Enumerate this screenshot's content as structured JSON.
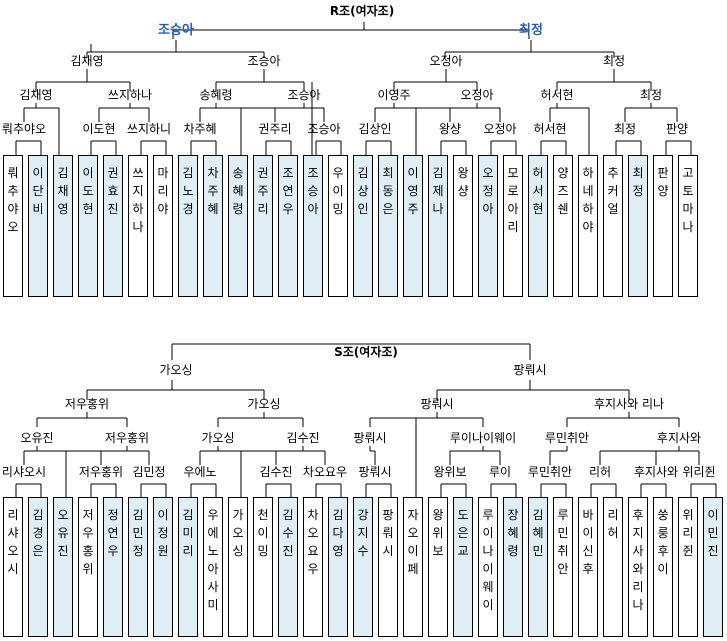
{
  "brackets": [
    {
      "title": "R조(여자조)",
      "final_left": "조승아",
      "final_right": "최정",
      "semi": [
        "김채영",
        "조승아",
        "오정아",
        "최정"
      ],
      "quarter": [
        "김채영",
        "쓰지하나",
        "송혜령",
        "조승아",
        "이영주",
        "오정아",
        "허서현",
        "최정"
      ],
      "r16": [
        "뤄추야오",
        "이도현",
        "쓰지하니",
        "차주혜",
        "권주리",
        "조승아",
        "김상인",
        "왕샹",
        "오정아",
        "허서현",
        "최정",
        "판양"
      ],
      "players": [
        {
          "name": "뤄추야오",
          "hl": false
        },
        {
          "name": "이단비",
          "hl": true
        },
        {
          "name": "김채영",
          "hl": true
        },
        {
          "name": "이도현",
          "hl": true
        },
        {
          "name": "권효진",
          "hl": true
        },
        {
          "name": "쓰지하나",
          "hl": false
        },
        {
          "name": "마리야",
          "hl": false
        },
        {
          "name": "김노경",
          "hl": true
        },
        {
          "name": "차주혜",
          "hl": true
        },
        {
          "name": "송혜령",
          "hl": true
        },
        {
          "name": "권주리",
          "hl": true
        },
        {
          "name": "조연우",
          "hl": true
        },
        {
          "name": "조승아",
          "hl": true
        },
        {
          "name": "우이밍",
          "hl": false
        },
        {
          "name": "김상인",
          "hl": true
        },
        {
          "name": "최동은",
          "hl": true
        },
        {
          "name": "이영주",
          "hl": true
        },
        {
          "name": "김제나",
          "hl": true
        },
        {
          "name": "왕샹",
          "hl": false
        },
        {
          "name": "오정아",
          "hl": true
        },
        {
          "name": "모로아리",
          "hl": false
        },
        {
          "name": "허서현",
          "hl": true
        },
        {
          "name": "양즈쉔",
          "hl": false
        },
        {
          "name": "하네하야",
          "hl": false
        },
        {
          "name": "추커얼",
          "hl": false
        },
        {
          "name": "최정",
          "hl": true
        },
        {
          "name": "판양",
          "hl": false
        },
        {
          "name": "고토마나",
          "hl": false
        }
      ]
    },
    {
      "title": "S조(여자조)",
      "final_left": "가오싱",
      "final_right": "팡뤄시",
      "semi": [
        "저우홍위",
        "가오싱",
        "팡뤄시",
        "후지사와 리나"
      ],
      "quarter": [
        "오유진",
        "저우홍위",
        "가오싱",
        "김수진",
        "팡뤄시",
        "루이나이웨이",
        "루민취안",
        "후지사와"
      ],
      "r16": [
        "리샤오시",
        "저우홍위",
        "김민정",
        "우에노",
        "김수진",
        "차오요우",
        "팡뤄시",
        "왕위보",
        "루이",
        "루민취안",
        "리허",
        "후지사와",
        "위리쥔"
      ],
      "players": [
        {
          "name": "리샤오시",
          "hl": false
        },
        {
          "name": "김경은",
          "hl": true
        },
        {
          "name": "오유진",
          "hl": true
        },
        {
          "name": "저우홍위",
          "hl": false
        },
        {
          "name": "정연우",
          "hl": true
        },
        {
          "name": "김민정",
          "hl": true
        },
        {
          "name": "이정원",
          "hl": true
        },
        {
          "name": "김미리",
          "hl": true
        },
        {
          "name": "우에노아사미",
          "hl": false
        },
        {
          "name": "가오싱",
          "hl": false
        },
        {
          "name": "천이밍",
          "hl": false
        },
        {
          "name": "김수진",
          "hl": true
        },
        {
          "name": "차오요우",
          "hl": false
        },
        {
          "name": "김다영",
          "hl": true
        },
        {
          "name": "강지수",
          "hl": true
        },
        {
          "name": "팡뤄시",
          "hl": false
        },
        {
          "name": "자오이페",
          "hl": false
        },
        {
          "name": "왕위보",
          "hl": false
        },
        {
          "name": "도은교",
          "hl": true
        },
        {
          "name": "루이나이웨이",
          "hl": false
        },
        {
          "name": "장혜령",
          "hl": true
        },
        {
          "name": "김혜민",
          "hl": true
        },
        {
          "name": "루민취안",
          "hl": false
        },
        {
          "name": "바이신후",
          "hl": false
        },
        {
          "name": "리허",
          "hl": false
        },
        {
          "name": "후지사와리나",
          "hl": false
        },
        {
          "name": "쑹룽후이",
          "hl": false
        },
        {
          "name": "위리쥔",
          "hl": false
        },
        {
          "name": "이민진",
          "hl": true
        }
      ]
    }
  ],
  "colors": {
    "highlight": "#dfeef5",
    "box": "#ffffff",
    "champion_text": "#2b5fa8",
    "line": "#000000"
  }
}
